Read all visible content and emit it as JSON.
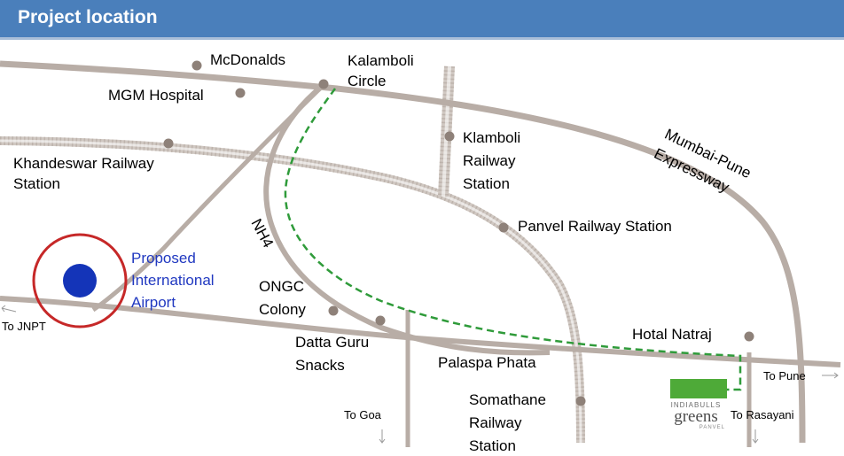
{
  "header": {
    "title": "Project location"
  },
  "colors": {
    "header_bg": "#4a7fbb",
    "road": "#b8ada6",
    "rail": "#c6beb8",
    "dot": "#8e8179",
    "route": "#2f9b3a",
    "airport_ring": "#c62828",
    "airport_dot": "#1434b8",
    "logo_green": "#4eaa38"
  },
  "labels": {
    "mcdonalds": "McDonalds",
    "kalamboli_1": "Kalamboli",
    "kalamboli_2": "Circle",
    "mgm": "MGM Hospital",
    "khandeswar_1": "Khandeswar Railway",
    "khandeswar_2": "Station",
    "klamboli_1": "Klamboli",
    "klamboli_2": "Railway",
    "klamboli_3": "Station",
    "expressway_1": "Mumbai-Pune",
    "expressway_2": "Expressway",
    "nh4": "NH4",
    "panvel": "Panvel Railway Station",
    "airport_1": "Proposed",
    "airport_2": "International",
    "airport_3": "Airport",
    "ongc_1": "ONGC",
    "ongc_2": "Colony",
    "datta_1": "Datta Guru",
    "datta_2": "Snacks",
    "palaspa": "Palaspa Phata",
    "hotal": "Hotal Natraj",
    "somathane_1": "Somathane",
    "somathane_2": "Railway",
    "somathane_3": "Station",
    "to_jnpt": "To JNPT",
    "to_goa": "To Goa",
    "to_pune": "To Pune",
    "to_rasayani": "To Rasayani"
  },
  "logo": {
    "line1": "INDIABULLS",
    "line2": "greens",
    "line3": "PANVEL"
  }
}
